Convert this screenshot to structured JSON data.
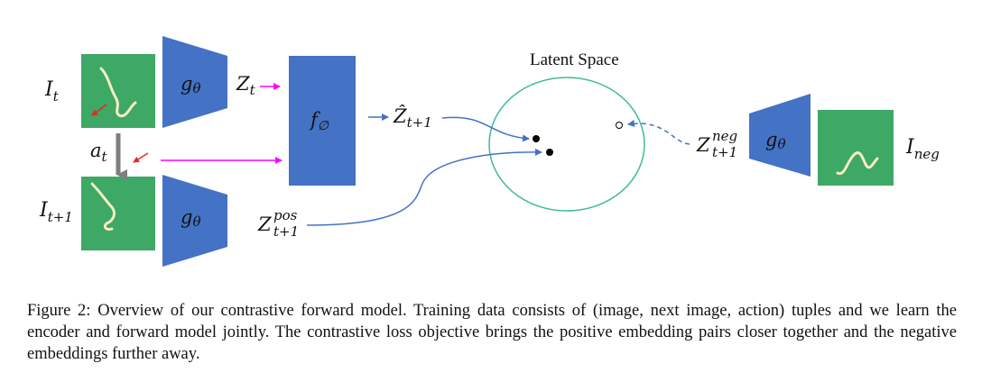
{
  "figure": {
    "latent_space_label": "Latent Space",
    "I_t": {
      "base": "I",
      "sub": "t"
    },
    "I_t1": {
      "base": "I",
      "sub": "t+1"
    },
    "I_neg": {
      "base": "I",
      "sub": "neg"
    },
    "a_t": {
      "base": "a",
      "sub": "t"
    },
    "Z_t": {
      "base": "Z",
      "sub": "t"
    },
    "Z_hat": {
      "base": "Ẑ",
      "sub": "t+1"
    },
    "Z_pos": {
      "base": "Z",
      "sup": "pos",
      "sub": "t+1"
    },
    "Z_neg": {
      "base": "Z",
      "sup": "neg",
      "sub": "t+1"
    },
    "g_label": {
      "base": "g",
      "sub": "θ"
    },
    "f_label": {
      "base": "f",
      "sub": "∅"
    },
    "colors": {
      "encoder_blue": "#4472c4",
      "image_green": "#3ea866",
      "curve_cream": "#f4eec2",
      "latent_circle": "#3fb99c",
      "magenta_arrow": "#ff00ff",
      "red_arrow": "#e8281e",
      "gray_arrow": "#808080"
    }
  },
  "caption": {
    "label": "Figure 2:",
    "text": "Overview of our contrastive forward model. Training data consists of (image, next image, action) tuples and we learn the encoder and forward model jointly. The contrastive loss objective brings the positive embedding pairs closer together and the negative embeddings further away."
  }
}
